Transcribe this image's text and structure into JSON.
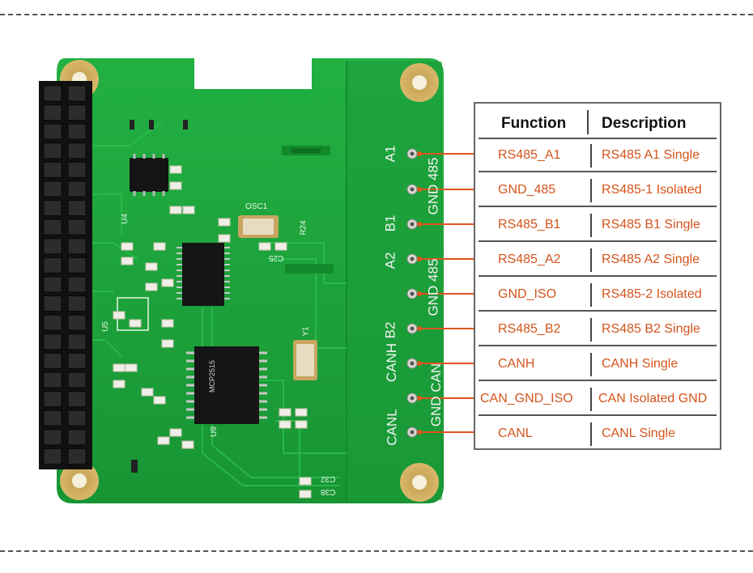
{
  "table": {
    "headers": {
      "function": "Function",
      "description": "Description"
    },
    "rows": [
      {
        "function": "RS485_A1",
        "description": "RS485 A1 Single"
      },
      {
        "function": "GND_485",
        "description": "RS485-1 Isolated"
      },
      {
        "function": "RS485_B1",
        "description": "RS485 B1 Single"
      },
      {
        "function": "RS485_A2",
        "description": "RS485 A2 Single"
      },
      {
        "function": "GND_ISO",
        "description": "RS485-2 Isolated"
      },
      {
        "function": "RS485_B2",
        "description": "RS485 B2 Single"
      },
      {
        "function": "CANH",
        "description": "CANH Single"
      },
      {
        "function": "CAN_GND_ISO",
        "description": "CAN Isolated GND"
      },
      {
        "function": "CANL",
        "description": "CANL Single"
      }
    ]
  },
  "board_labels": {
    "a1": "A1",
    "gnd485_1": "GND 485",
    "b1": "B1",
    "a2": "A2",
    "gnd485_2": "GND 485",
    "b2": "B2",
    "canh": "CANH",
    "gnd_can": "GND CAN",
    "canl": "CANL"
  },
  "silkscreen": {
    "osc1": "OSC1",
    "u4": "U4",
    "u5": "U5",
    "u9": "U9",
    "y1": "Y1",
    "r24": "R24",
    "c25": "C25",
    "c32": "C32",
    "c38": "C38"
  },
  "colors": {
    "pcb": "#1aa33a",
    "pcb_dark": "#15902f",
    "leader": "#e0531f",
    "cell_text": "#d4541b"
  }
}
